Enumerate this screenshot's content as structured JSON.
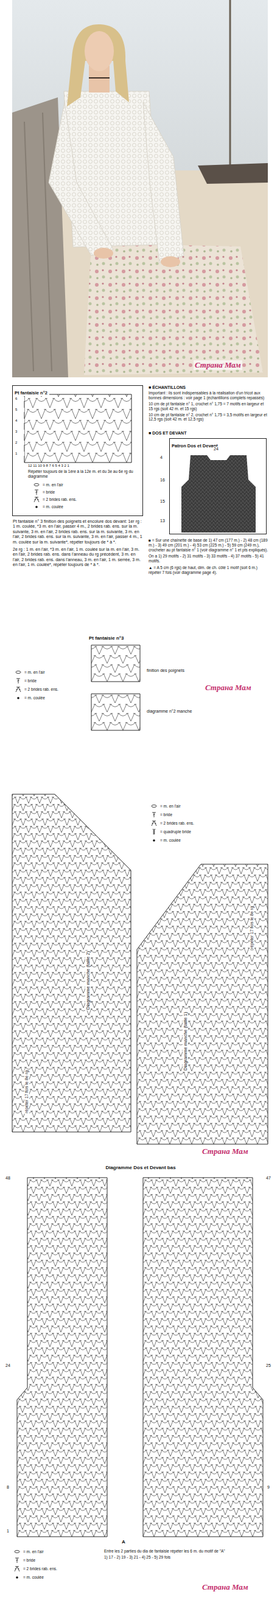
{
  "diagram": {
    "nodes": [
      {
        "text": [
          "Pt fantaisie n°2"
        ]
      },
      {
        "text": [
          "Patron Dos et Devant"
        ]
      }
    ],
    "labels": [
      "Страна Мам",
      "6",
      "5",
      "4",
      "3",
      "2",
      "1",
      "12 11 10 9 8 7 6 5 4 3 2 1",
      "Répéter toujours de la 1ère à la 12e m. et du 3e au 6e rg du diagramme",
      "Pt fantaisie n° 3 finition des poignets et encolure dos devant: 1er rg : 1 m. coulée, *3 m. en l'air, passer 4 m., 2 brides rab. ens. sur la m. suivante, 3 m. en l'air, 2 brides rab. ens. sur la m. suivante, 3 m. en l'air, 2 brides rab. ens. sur la m. suivante, 3 m. en l'air, passer 4 m., 1 m. coulée sur la m. suivante*, répéter toujours de * à *.",
      "2e rg : 1 m. en l'air, *3 m. en l'air, 1 m. coulée sur la m. en l'air, 3 m. en l'air, 2 brides rab. ens. dans l'anneau du rg précédent, 3 m. en l'air, 2 brides rab. ens. dans l'anneau, 3 m. en l'air, 1 m. serrée, 3 m. en l'air, 1 m. coulée*, répéter toujours de * à *.",
      "■ ÉCHANTILLONS",
      "Important : ils sont indispensables à la réalisation d'un tricot aux bonnes dimensions : voir page 1 (échantillons complets repassés)",
      "10 cm de pt fantaisie n° 1, crochet n° 1,75 = 7 motifs en largeur et 15 rgs (soit 42 m. et 15 rgs)",
      "10 cm de pt fantaisie n° 2, crochet n° 1,75 = 3,5 motifs en largeur et 12,5 rgs (soit 42 m. et 12,5 rgs)",
      "■ DOS ET DEVANT",
      "24",
      "4",
      "16",
      "15",
      "13",
      "■ = Sur une chaînette de base de 1) 47 cm (177 m.) - 2) 48 cm (189 m.) - 3) 49 cm (201 m.) - 4) 53 cm (225 m.) - 5) 59 cm (249 m.), crocheter au pt fantaisie n° 1 (voir diagramme n° 1 et pts expliqués).",
      "On a 1) 29 motifs - 2) 31 motifs - 3) 33 motifs - 4) 37 motifs - 5) 41 motifs.",
      "▲ = A 5 cm (6 rgs) de haut, dim. de ch. côté 1 motif (soit 6 m.) répéter 7 fois (voir diagramme page 4).",
      "Pt fantaisie n°3",
      "finition des poignets",
      "diagramme n°2 manche",
      "Страна Мам",
      "Diagramme manche (taille 2)",
      "répéter 17 fois le 8e rg",
      "Diagramme manche (taille 1)",
      "répéter 17 fois le 8e rg",
      "Страна Мам",
      "Diagramme Dos et Devant bas",
      "48",
      "47",
      "24",
      "25",
      "8",
      "9",
      "1",
      "A",
      "Entre les 2 parties du dia de fantaisie répéter les 6 m. du motif de \"A\"",
      "1) 17 - 2) 19 - 3) 21 - 4) 25 - 5) 29 fois",
      "Страна Мам"
    ],
    "legend": [
      {
        "text": "= m. en l'air"
      },
      {
        "text": "= bride"
      },
      {
        "text": "= 2 brides rab. ens."
      },
      {
        "text": "= m. coulée"
      },
      {
        "text": "= m. en l'air"
      },
      {
        "text": "= bride"
      },
      {
        "text": "= 2 brides rab. ens."
      },
      {
        "text": "= m. coulée"
      },
      {
        "text": "= m. en l'air"
      },
      {
        "text": "= bride"
      },
      {
        "text": "= 2 brides rab. ens."
      },
      {
        "text": "= quadruple bride"
      },
      {
        "text": "= m. coulée"
      },
      {
        "text": "= m. en l'air"
      },
      {
        "text": "= bride"
      },
      {
        "text": "= 2 brides rab. ens."
      },
      {
        "text": "= m. coulée"
      }
    ]
  }
}
